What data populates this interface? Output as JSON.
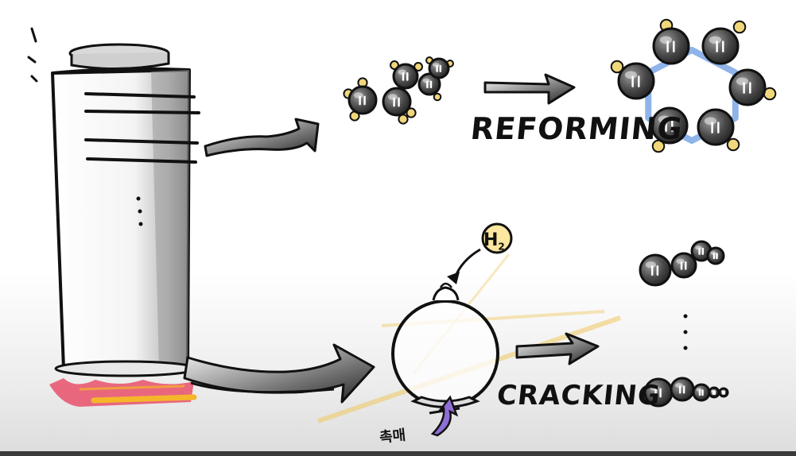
{
  "labels": {
    "reforming": "REFORMING",
    "cracking": "CRACKING",
    "h2_main": "H",
    "h2_sub": "2",
    "catalyst": "촉매"
  },
  "colors": {
    "ink": "#111111",
    "molecule_fill": "#3c3c3c",
    "hydrogen": "#f0d77a",
    "ring_bond": "#8fb4ea",
    "flame_red": "#e8506a",
    "flame_yellow": "#f5b62a",
    "catalyst_purple": "#8f6fd6",
    "yellow_streak": "#f0c860"
  }
}
